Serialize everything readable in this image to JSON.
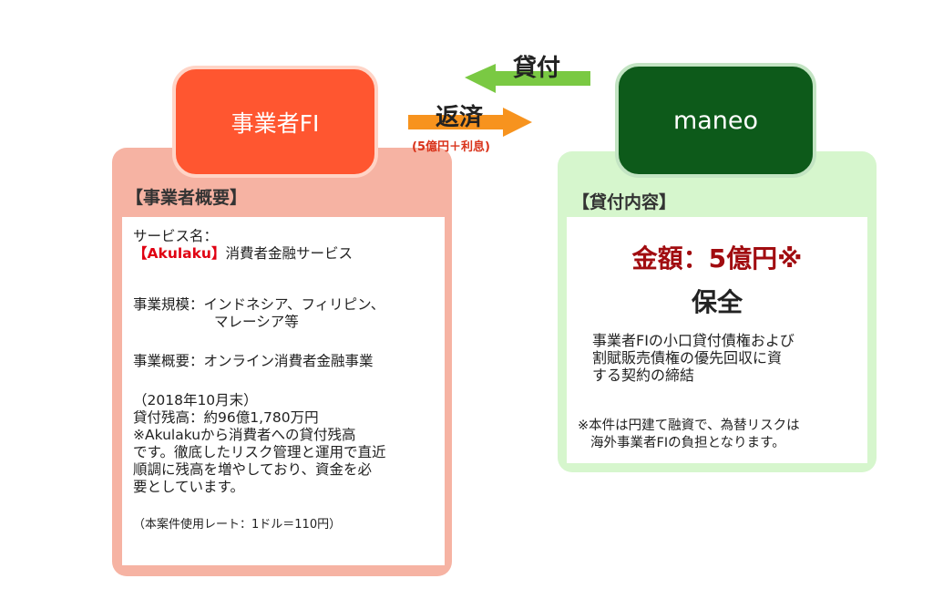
{
  "nodes": {
    "business_fi": "事業者FI",
    "maneo": "maneo"
  },
  "arrows": {
    "loan": {
      "label": "貸付",
      "color": "#7ac943"
    },
    "repayment": {
      "label": "返済",
      "sublabel": "(5億円＋利息)",
      "color": "#f7931e"
    }
  },
  "left_panel": {
    "header": "【事業者概要】",
    "service_name_label": "サービス名：",
    "brand_open": "【",
    "brand": "Akulaku",
    "brand_close": "】",
    "service_name_suffix": "消費者金融サービス",
    "scale_line1": "事業規模：インドネシア、フィリピン、",
    "scale_line2": "マレーシア等",
    "overview": "事業概要：オンライン消費者金融事業",
    "as_of": "（2018年10月末）",
    "balance": "貸付残高：約96億1,780万円",
    "desc_lines": [
      "※Akulakuから消費者への貸付残高",
      "です。徹底したリスク管理と運用で直近",
      "順調に残高を増やしており、資金を必",
      "要としています。"
    ],
    "rate_note": "（本案件使用レート：1ドル＝110円）"
  },
  "right_panel": {
    "header": "【貸付内容】",
    "amount": "金額：5億円※",
    "protection": "保全",
    "desc_lines": [
      "事業者FIの小口貸付債権および",
      "割賦販売債権の優先回収に資",
      "する契約の締結"
    ],
    "note_lines": [
      "※本件は円建て融資で、為替リスクは",
      "海外事業者FIの負担となります。"
    ]
  },
  "colors": {
    "fi_node": "#ff5630",
    "fi_panel": "#f6b3a3",
    "maneo_node": "#0d5a1a",
    "maneo_panel": "#d6f6cd",
    "amount_text": "#a10c10",
    "brand_text": "#e00012"
  }
}
